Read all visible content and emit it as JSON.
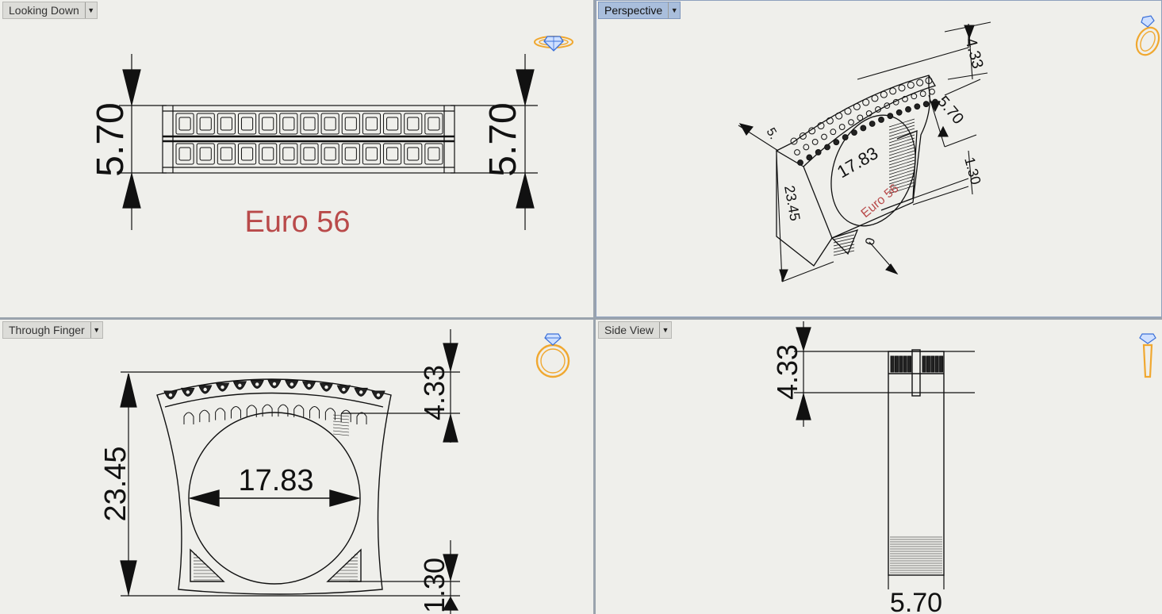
{
  "viewports": {
    "top": {
      "title": "Looking Down",
      "dim_left": "5.70",
      "dim_right": "5.70",
      "size_label": "Euro 56"
    },
    "perspective": {
      "title": "Perspective",
      "dim_top_height": "4.33",
      "dim_width": "5.70",
      "dim_inner": "17.83",
      "dim_bottom": "1.30",
      "dim_height": "23.45",
      "dim_small_top": "5.",
      "dim_small_bottom": "0",
      "size_label": "Euro 56"
    },
    "front": {
      "title": "Through Finger",
      "dim_height": "23.45",
      "dim_inner": "17.83",
      "dim_top": "4.33",
      "dim_bottom": "1.30"
    },
    "side": {
      "title": "Side View",
      "dim_top": "4.33",
      "dim_width": "5.70"
    }
  },
  "icons": {
    "top": "ring-top-icon",
    "perspective": "ring-perspective-icon",
    "front": "ring-front-icon",
    "side": "ring-side-icon"
  },
  "colors": {
    "accent_label": "#b94a4a",
    "ring_icon": "#f0a830",
    "gem_icon": "#3a6fd8",
    "active_tab": "#a9bedc"
  }
}
